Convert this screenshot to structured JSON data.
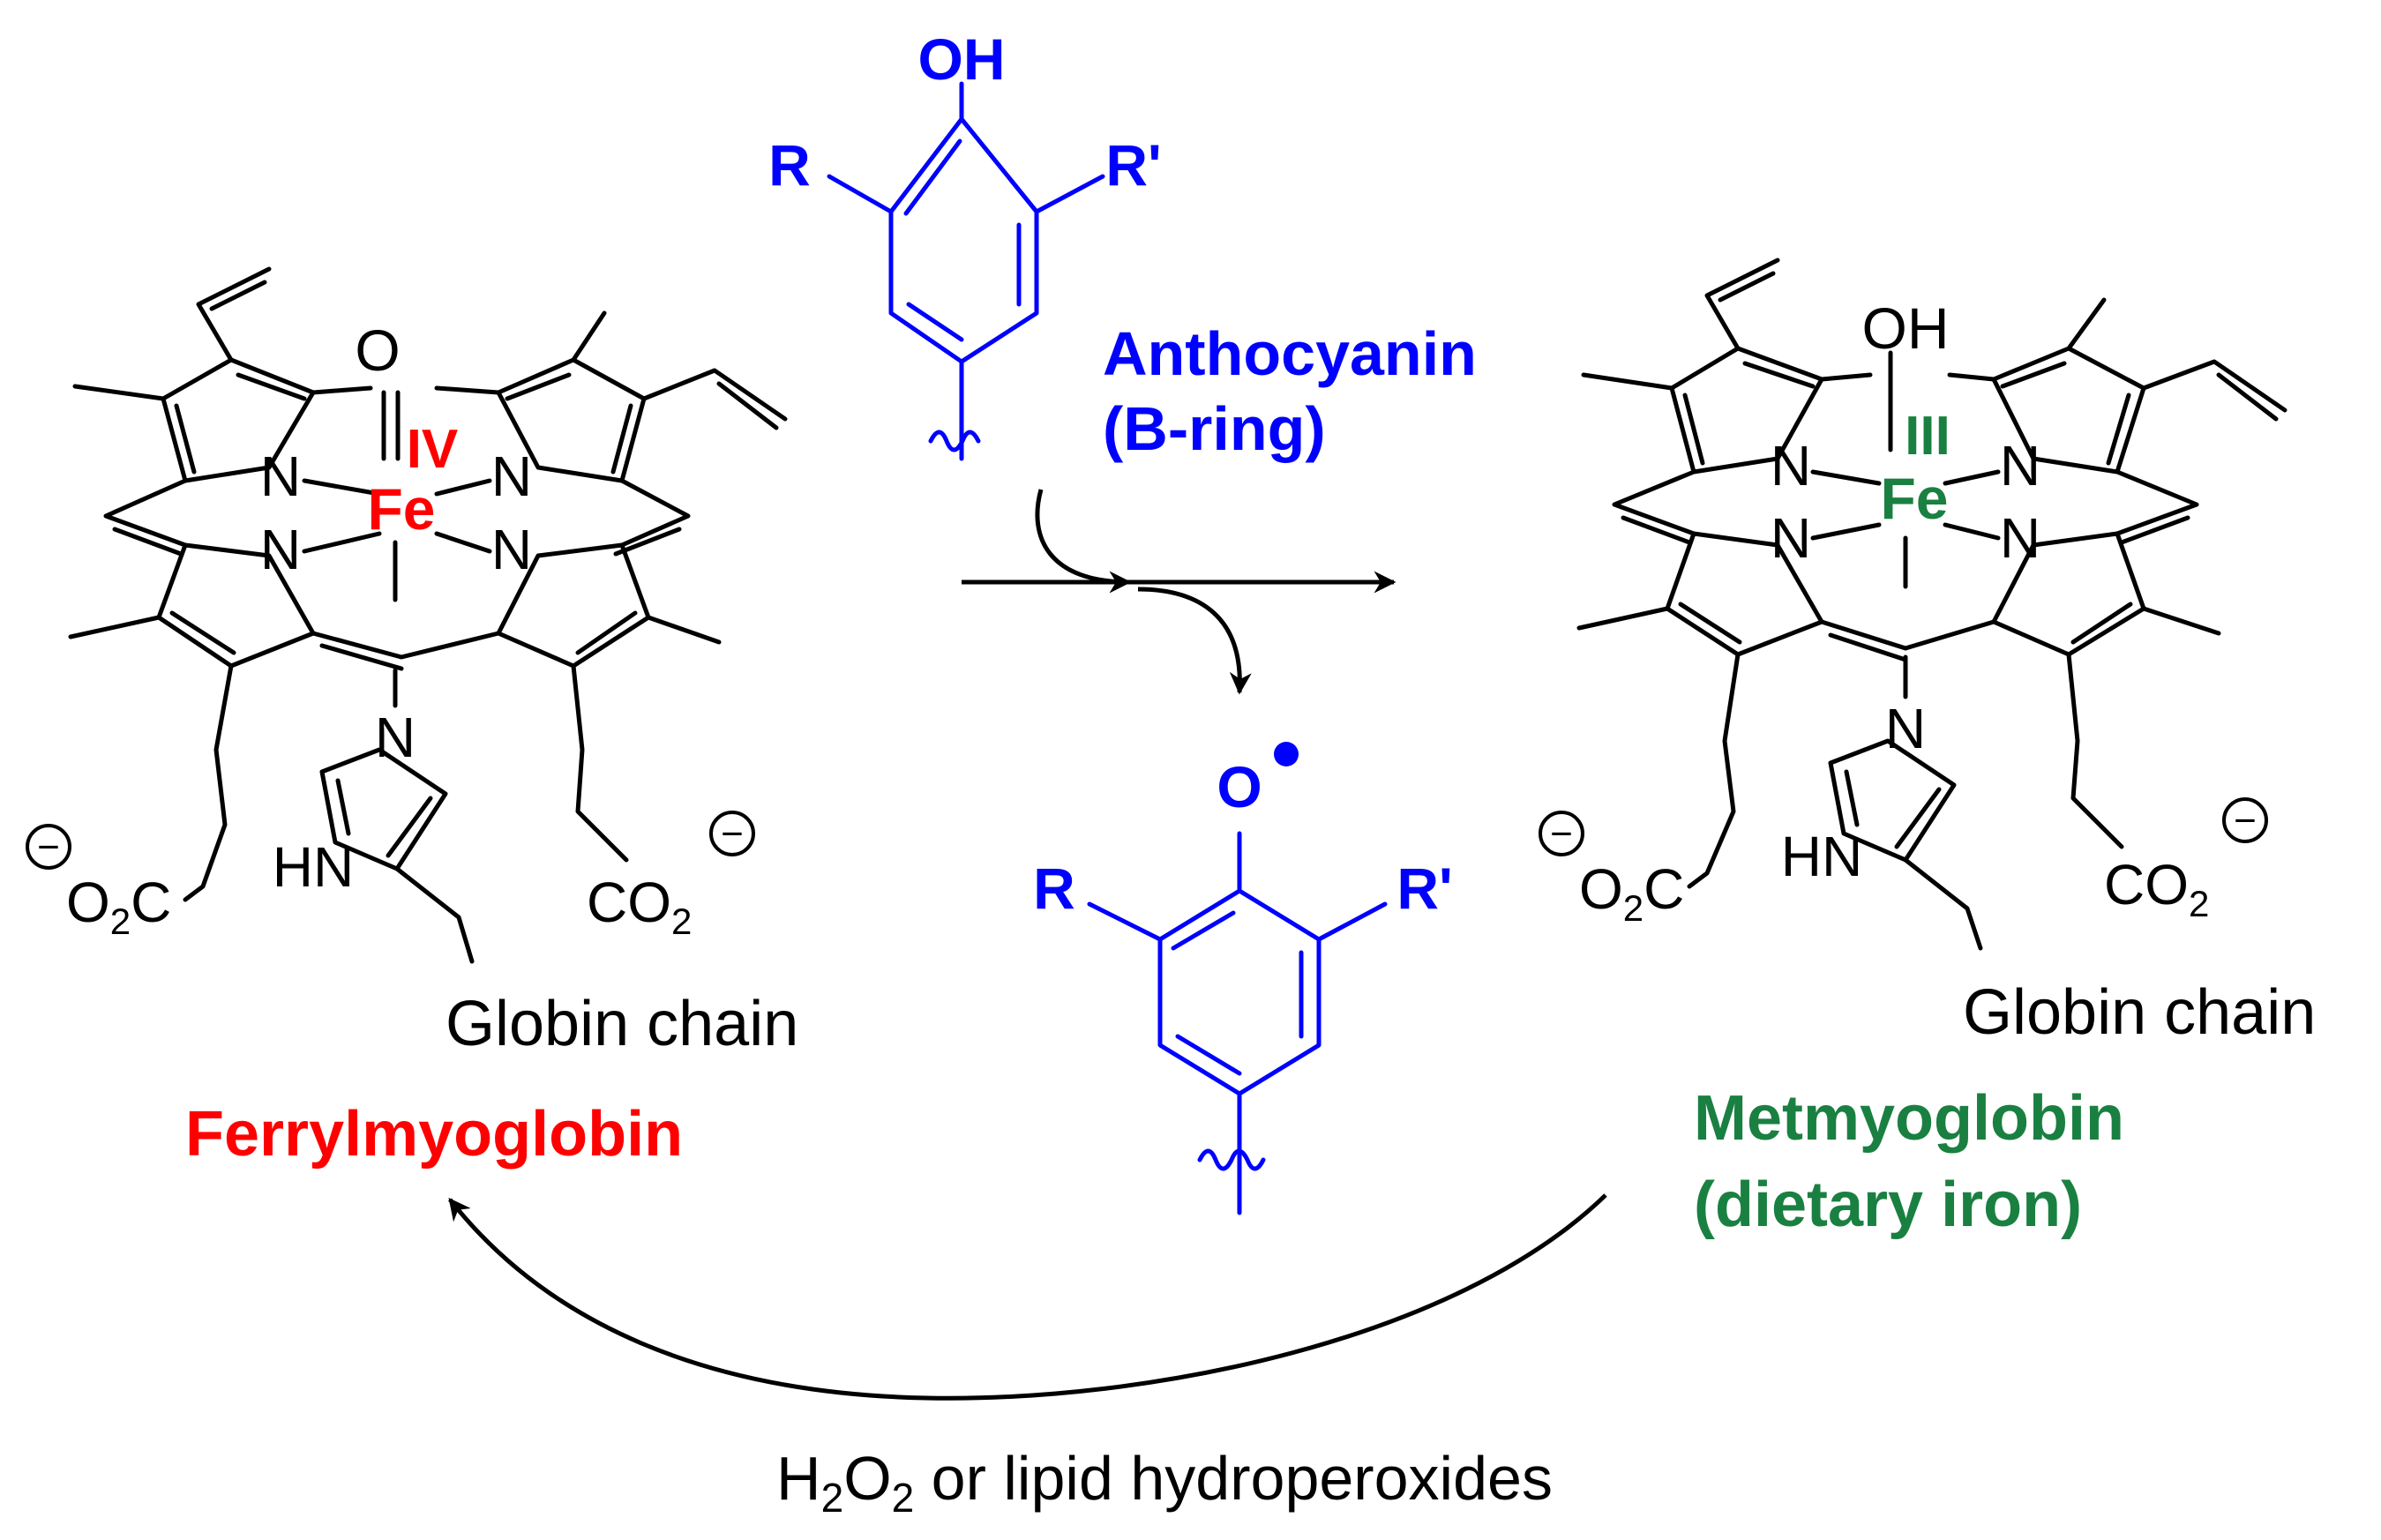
{
  "colors": {
    "ink": "#000000",
    "ferryl": "#ff0000",
    "met": "#1a8041",
    "phenol": "#0000ff"
  },
  "left_complex": {
    "oxo": "O",
    "metal": "Fe",
    "oxidation_state": "IV",
    "n": "N",
    "nh": "HN",
    "carboxylate_left": "O",
    "carboxylate_left_sub": "2",
    "carboxylate_left_c": "C",
    "carboxylate_right_c": "CO",
    "carboxylate_right_sub": "2",
    "minus": "−",
    "chain": "Globin chain",
    "name": "Ferrylmyoglobin"
  },
  "right_complex": {
    "hydroxo": "OH",
    "metal": "Fe",
    "oxidation_state": "III",
    "n": "N",
    "nh": "HN",
    "carboxylate_left": "O",
    "carboxylate_left_sub": "2",
    "carboxylate_left_c": "C",
    "carboxylate_right_c": "CO",
    "carboxylate_right_sub": "2",
    "minus": "−",
    "chain": "Globin chain",
    "name_line1": "Metmyoglobin",
    "name_line2": "(dietary iron)"
  },
  "phenol": {
    "oh": "OH",
    "r": "R",
    "r_prime": "R'",
    "name_line1": "Anthocyanin",
    "name_line2": "(B-ring)"
  },
  "radical": {
    "o": "O",
    "r": "R",
    "r_prime": "R'"
  },
  "cycle": {
    "reagent_h": "H",
    "reagent_sub1": "2",
    "reagent_o": "O",
    "reagent_sub2": "2",
    "reagent_rest": " or lipid hydroperoxides"
  }
}
